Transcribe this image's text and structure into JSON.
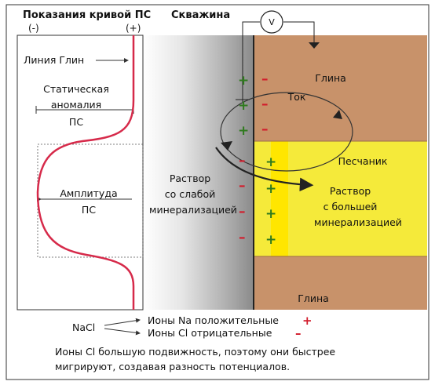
{
  "sp_curve": {
    "title": "Показания кривой ПС",
    "neg": "(-)",
    "pos": "(+)",
    "shale_line": "Линия Глин",
    "static_anomaly": [
      "Статическая",
      "аномалия",
      "ПС"
    ],
    "amplitude": [
      "Амплитуда",
      "ПС"
    ]
  },
  "well": {
    "title": "Скважина",
    "voltmeter": "V",
    "fluid_label": [
      "Раствор",
      "со слабой",
      "минерализацией"
    ]
  },
  "formation": {
    "clay_top": "Глина",
    "current": "Ток",
    "sandstone": "Песчаник",
    "sand_fluid": [
      "Раствор",
      "с большей",
      "минерализацией"
    ],
    "clay_bottom": "Глина"
  },
  "ions": {
    "nacl": "NaCl",
    "na_line": "Ионы Na положительные",
    "na_sign": "+",
    "cl_line": "Ионы Cl отрицательные",
    "cl_sign": "–",
    "note_line1": "Ионы Cl большую подвижность, поэтому они быстрее",
    "note_line2": "мигрируют, создавая разность потенциалов."
  },
  "colors": {
    "clay": "#c8926a",
    "sand": "#f5ea3a",
    "sand_stripe": "#ffe600",
    "sp_curve": "#d62a4a",
    "sign_red": "#d21c2c",
    "sign_green": "#2f7a1e"
  }
}
